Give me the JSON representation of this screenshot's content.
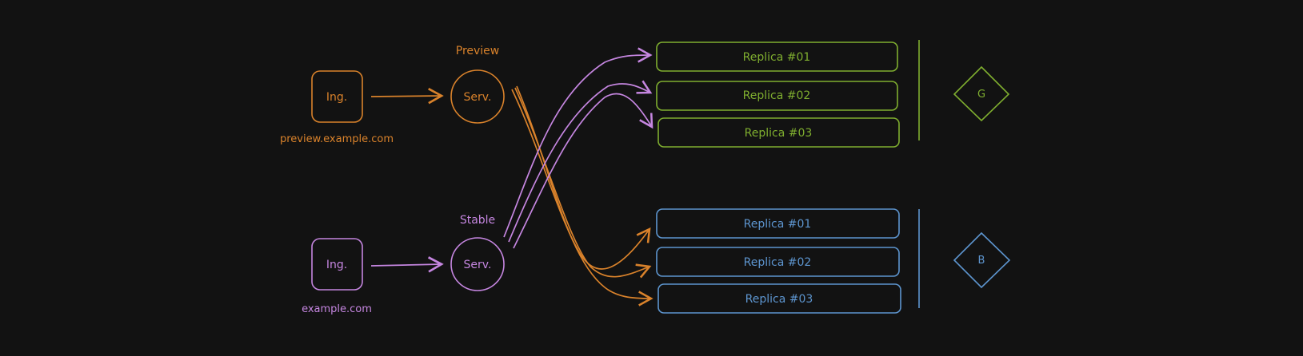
{
  "colors": {
    "background": "#121212",
    "preview": "#d9822b",
    "stable": "#c586e0",
    "green": "#7fae2f",
    "blue": "#5d95cf"
  },
  "preview": {
    "label": "Preview",
    "ingress_label": "Ing.",
    "service_label": "Serv.",
    "host": "preview.example.com"
  },
  "stable": {
    "label": "Stable",
    "ingress_label": "Ing.",
    "service_label": "Serv.",
    "host": "example.com"
  },
  "green_group": {
    "badge": "G",
    "replicas": [
      "Replica #01",
      "Replica #02",
      "Replica #03"
    ]
  },
  "blue_group": {
    "badge": "B",
    "replicas": [
      "Replica #01",
      "Replica #02",
      "Replica #03"
    ]
  }
}
